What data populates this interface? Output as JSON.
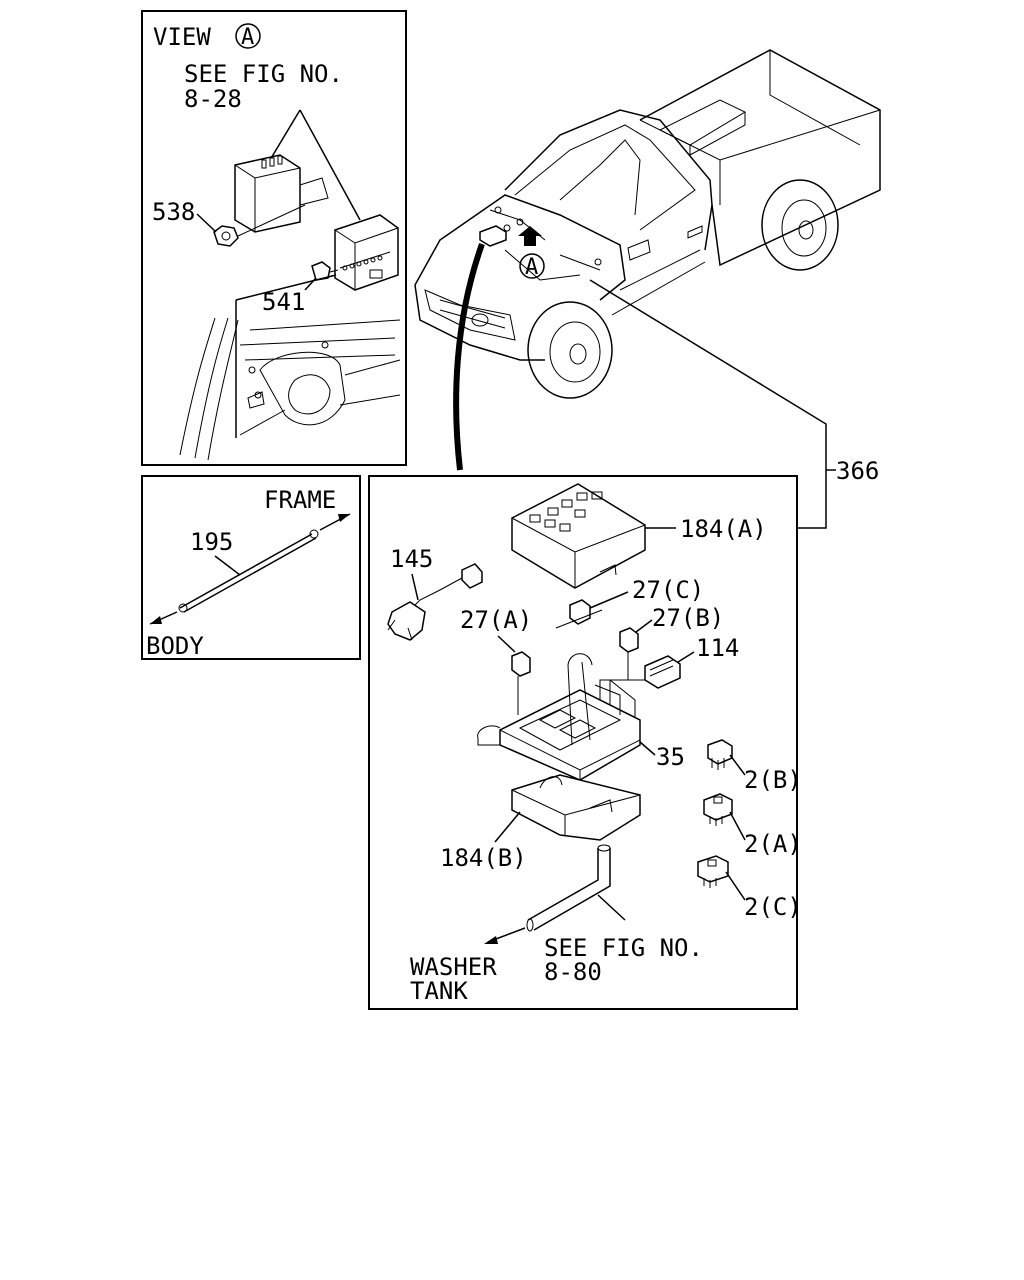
{
  "view_panel": {
    "title": "VIEW",
    "title_circle": "A",
    "see_fig_line1": "SEE FIG NO.",
    "see_fig_line2": "8-28",
    "callouts": [
      "538",
      "541"
    ]
  },
  "truck": {
    "view_marker": "A",
    "harness_callout": "366"
  },
  "ground_panel": {
    "frame_label": "FRAME",
    "body_label": "BODY",
    "cable_callout": "195"
  },
  "fuse_panel": {
    "callouts": {
      "cover_top": "184(A)",
      "cover_bottom": "184(B)",
      "harness": "145",
      "fuse_a": "27(A)",
      "fuse_b": "27(B)",
      "fuse_c": "27(C)",
      "relay_block": "114",
      "box": "35",
      "relay_a": "2(A)",
      "relay_b": "2(B)",
      "relay_c": "2(C)"
    },
    "washer_line1": "WASHER",
    "washer_line2": "TANK",
    "see_fig_line1": "SEE FIG NO.",
    "see_fig_line2": "8-80"
  }
}
